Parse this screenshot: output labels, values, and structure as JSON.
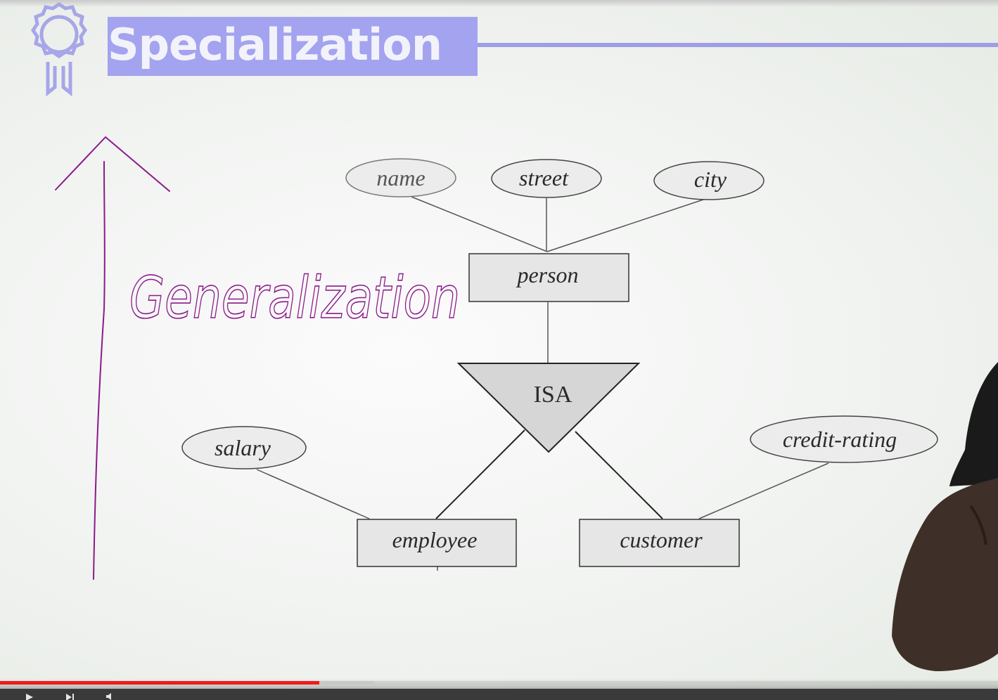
{
  "slide": {
    "title": "Specialization",
    "badge_icon": "award-ribbon-icon",
    "accent_color": "#a3a3ef"
  },
  "er_diagram": {
    "attributes_person": [
      "name",
      "street",
      "city"
    ],
    "entity_person": "person",
    "isa_label": "ISA",
    "attribute_employee": "salary",
    "entity_employee": "employee",
    "entity_customer": "customer",
    "attribute_customer": "credit-rating"
  },
  "annotation": {
    "handwritten_text": "Generalization",
    "arrow_icon": "up-arrow-icon",
    "ink_color": "#8b1a8b"
  },
  "video_player": {
    "progress": 0.32,
    "buffered": 0.375,
    "progress_color": "#ee1c1c"
  }
}
